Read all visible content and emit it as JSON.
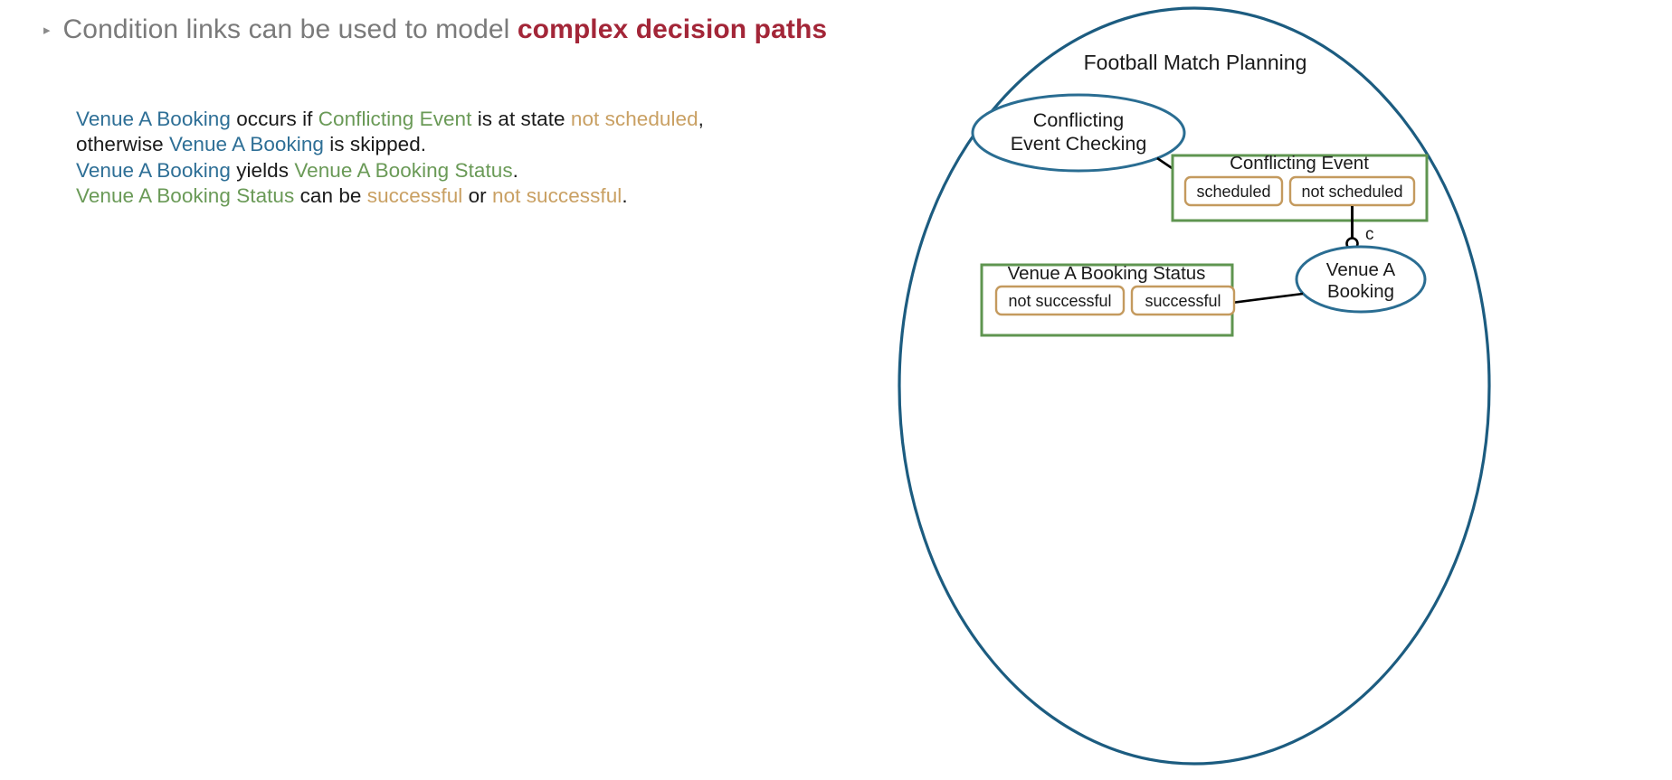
{
  "slide": {
    "bullet_glyph": "▸",
    "heading": {
      "plain_prefix": "Condition links can be used to model ",
      "accent": "complex decision paths"
    },
    "body_lines": [
      {
        "id": "line-1",
        "segments": [
          {
            "text": "Venue A Booking",
            "color": "blue"
          },
          {
            "text": " occurs if ",
            "color": "black"
          },
          {
            "text": "Conflicting Event",
            "color": "green"
          },
          {
            "text": " is at state ",
            "color": "black"
          },
          {
            "text": "not scheduled",
            "color": "gold"
          },
          {
            "text": ",",
            "color": "black"
          }
        ]
      },
      {
        "id": "line-2",
        "segments": [
          {
            "text": "otherwise ",
            "color": "black"
          },
          {
            "text": "Venue A Booking",
            "color": "blue"
          },
          {
            "text": " is skipped.",
            "color": "black"
          }
        ]
      },
      {
        "id": "line-3",
        "segments": [
          {
            "text": "Venue A Booking",
            "color": "blue"
          },
          {
            "text": " yields ",
            "color": "black"
          },
          {
            "text": "Venue A Booking Status",
            "color": "green"
          },
          {
            "text": ".",
            "color": "black"
          }
        ]
      },
      {
        "id": "line-4",
        "segments": [
          {
            "text": "Venue A Booking Status",
            "color": "green"
          },
          {
            "text": " can be ",
            "color": "black"
          },
          {
            "text": "successful",
            "color": "gold"
          },
          {
            "text": " or ",
            "color": "black"
          },
          {
            "text": "not successful",
            "color": "gold"
          },
          {
            "text": ".",
            "color": "black"
          }
        ]
      }
    ]
  },
  "diagram": {
    "context_title": "Football Match Planning",
    "nodes": {
      "conflicting_event_checking": {
        "label_line_1": "Conflicting",
        "label_line_2": "Event Checking",
        "shape": "ellipse"
      },
      "venue_a_booking": {
        "label_line_1": "Venue A",
        "label_line_2": "Booking",
        "shape": "ellipse"
      },
      "conflicting_event": {
        "title": "Conflicting Event",
        "shape": "object-box",
        "states": [
          "scheduled",
          "not scheduled"
        ]
      },
      "venue_a_booking_status": {
        "title": "Venue A Booking Status",
        "shape": "object-box",
        "states": [
          "not successful",
          "successful"
        ]
      }
    },
    "links": [
      {
        "id": "link-checking-to-event",
        "from": "Conflicting Event Checking",
        "to": "Conflicting Event",
        "kind": "arrow",
        "label": ""
      },
      {
        "id": "link-condition",
        "from": "not scheduled",
        "to": "Venue A Booking",
        "kind": "condition",
        "label": "c"
      },
      {
        "id": "link-booking-to-status",
        "from": "Venue A Booking",
        "to": "Venue A Booking Status",
        "kind": "arrow",
        "label": ""
      }
    ]
  },
  "colors": {
    "accent_red": "#a32638",
    "heading_grey": "#7a7a7a",
    "blue": "#2e6f96",
    "green": "#6a9a57",
    "gold": "#c9a063",
    "context_stroke": "#1c5c80",
    "box_stroke": "#5f9550",
    "state_stroke": "#c49a5e",
    "link_stroke": "#000000"
  }
}
